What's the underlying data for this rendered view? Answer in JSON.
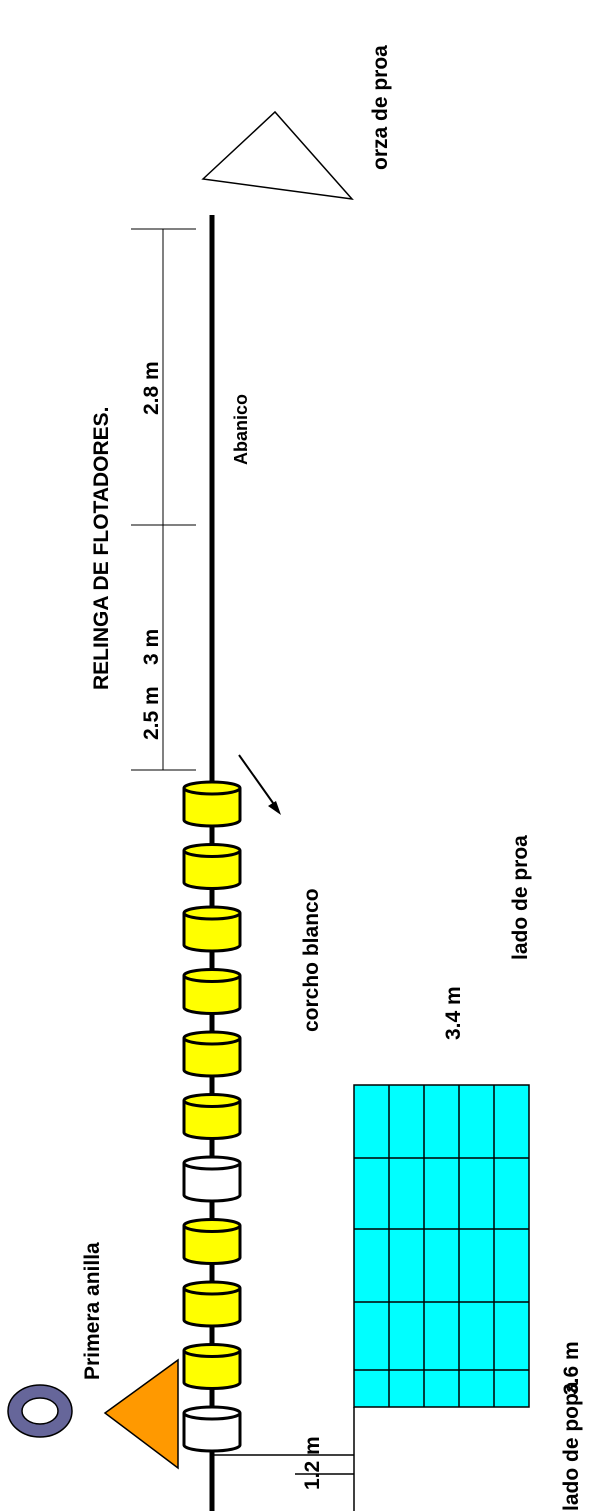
{
  "title": "RELINGA DE FLOTADORES.",
  "labels": {
    "orza": "orza de proa",
    "abanico": "Abanico",
    "lado_proa": "lado de proa",
    "lado_popa": "lado de popa",
    "primera_anilla": "Primera anilla",
    "corcho_blanco": "corcho blanco"
  },
  "measurements": {
    "m_2_8": "2.8 m",
    "m_3": "3 m",
    "m_2_5": "2.5 m",
    "m_3_4": "3.4 m",
    "m_3_6": "3.6 m",
    "m_1_2": "1.2 m"
  },
  "colors": {
    "float_yellow": "#ffff00",
    "float_white": "#ffffff",
    "net_cyan": "#00ffff",
    "ring": "#66669a",
    "triangle_orange": "#ff9900",
    "line": "#000000"
  },
  "floats": [
    {
      "kind": "white"
    },
    {
      "kind": "yellow"
    },
    {
      "kind": "yellow"
    },
    {
      "kind": "yellow"
    },
    {
      "kind": "white"
    },
    {
      "kind": "yellow"
    },
    {
      "kind": "yellow"
    },
    {
      "kind": "yellow"
    },
    {
      "kind": "yellow"
    },
    {
      "kind": "yellow"
    },
    {
      "kind": "yellow"
    }
  ]
}
